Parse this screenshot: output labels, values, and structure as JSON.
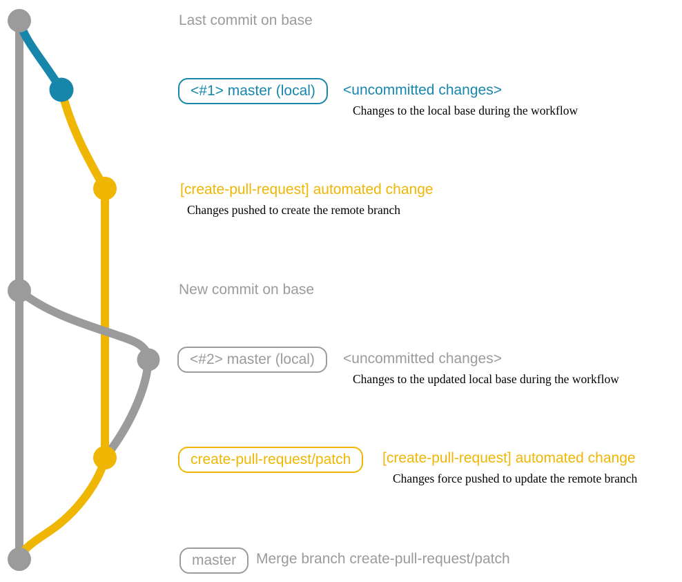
{
  "colors": {
    "gray": "#9b9b9b",
    "blue": "#1786ab",
    "yellow": "#efb604",
    "detail_text": "#000000",
    "background": "#ffffff"
  },
  "graph": {
    "type": "git-commit-graph",
    "branches": [
      {
        "role": "remote base (master)",
        "color_key": "gray"
      },
      {
        "role": "local uncommitted changes",
        "color_key": "blue"
      },
      {
        "role": "create-pull-request/patch branch",
        "color_key": "yellow"
      }
    ],
    "nodes": [
      {
        "name": "last-commit-on-base",
        "color_key": "gray"
      },
      {
        "name": "uncommitted-changes-1",
        "color_key": "blue"
      },
      {
        "name": "automated-change-commit-1",
        "color_key": "yellow"
      },
      {
        "name": "new-commit-on-base",
        "color_key": "gray"
      },
      {
        "name": "uncommitted-changes-2",
        "color_key": "gray"
      },
      {
        "name": "automated-change-commit-2",
        "color_key": "yellow"
      },
      {
        "name": "merge-commit",
        "color_key": "gray"
      }
    ]
  },
  "annotations": {
    "last_commit": {
      "label": "Last commit on base"
    },
    "first_local": {
      "badge": "<#1> master (local)",
      "heading": "<uncommitted changes>",
      "detail": "Changes to the local base during the workflow"
    },
    "first_push": {
      "heading": "[create-pull-request] automated change",
      "detail": "Changes pushed to create the remote branch"
    },
    "new_commit": {
      "label": "New commit on base"
    },
    "second_local": {
      "badge": "<#2> master (local)",
      "heading": "<uncommitted changes>",
      "detail": "Changes to the updated local base during the workflow"
    },
    "force_push": {
      "badge": "create-pull-request/patch",
      "heading": "[create-pull-request] automated change",
      "detail": "Changes force pushed to update the remote branch"
    },
    "merge": {
      "badge": "master",
      "label": "Merge branch create-pull-request/patch"
    }
  }
}
